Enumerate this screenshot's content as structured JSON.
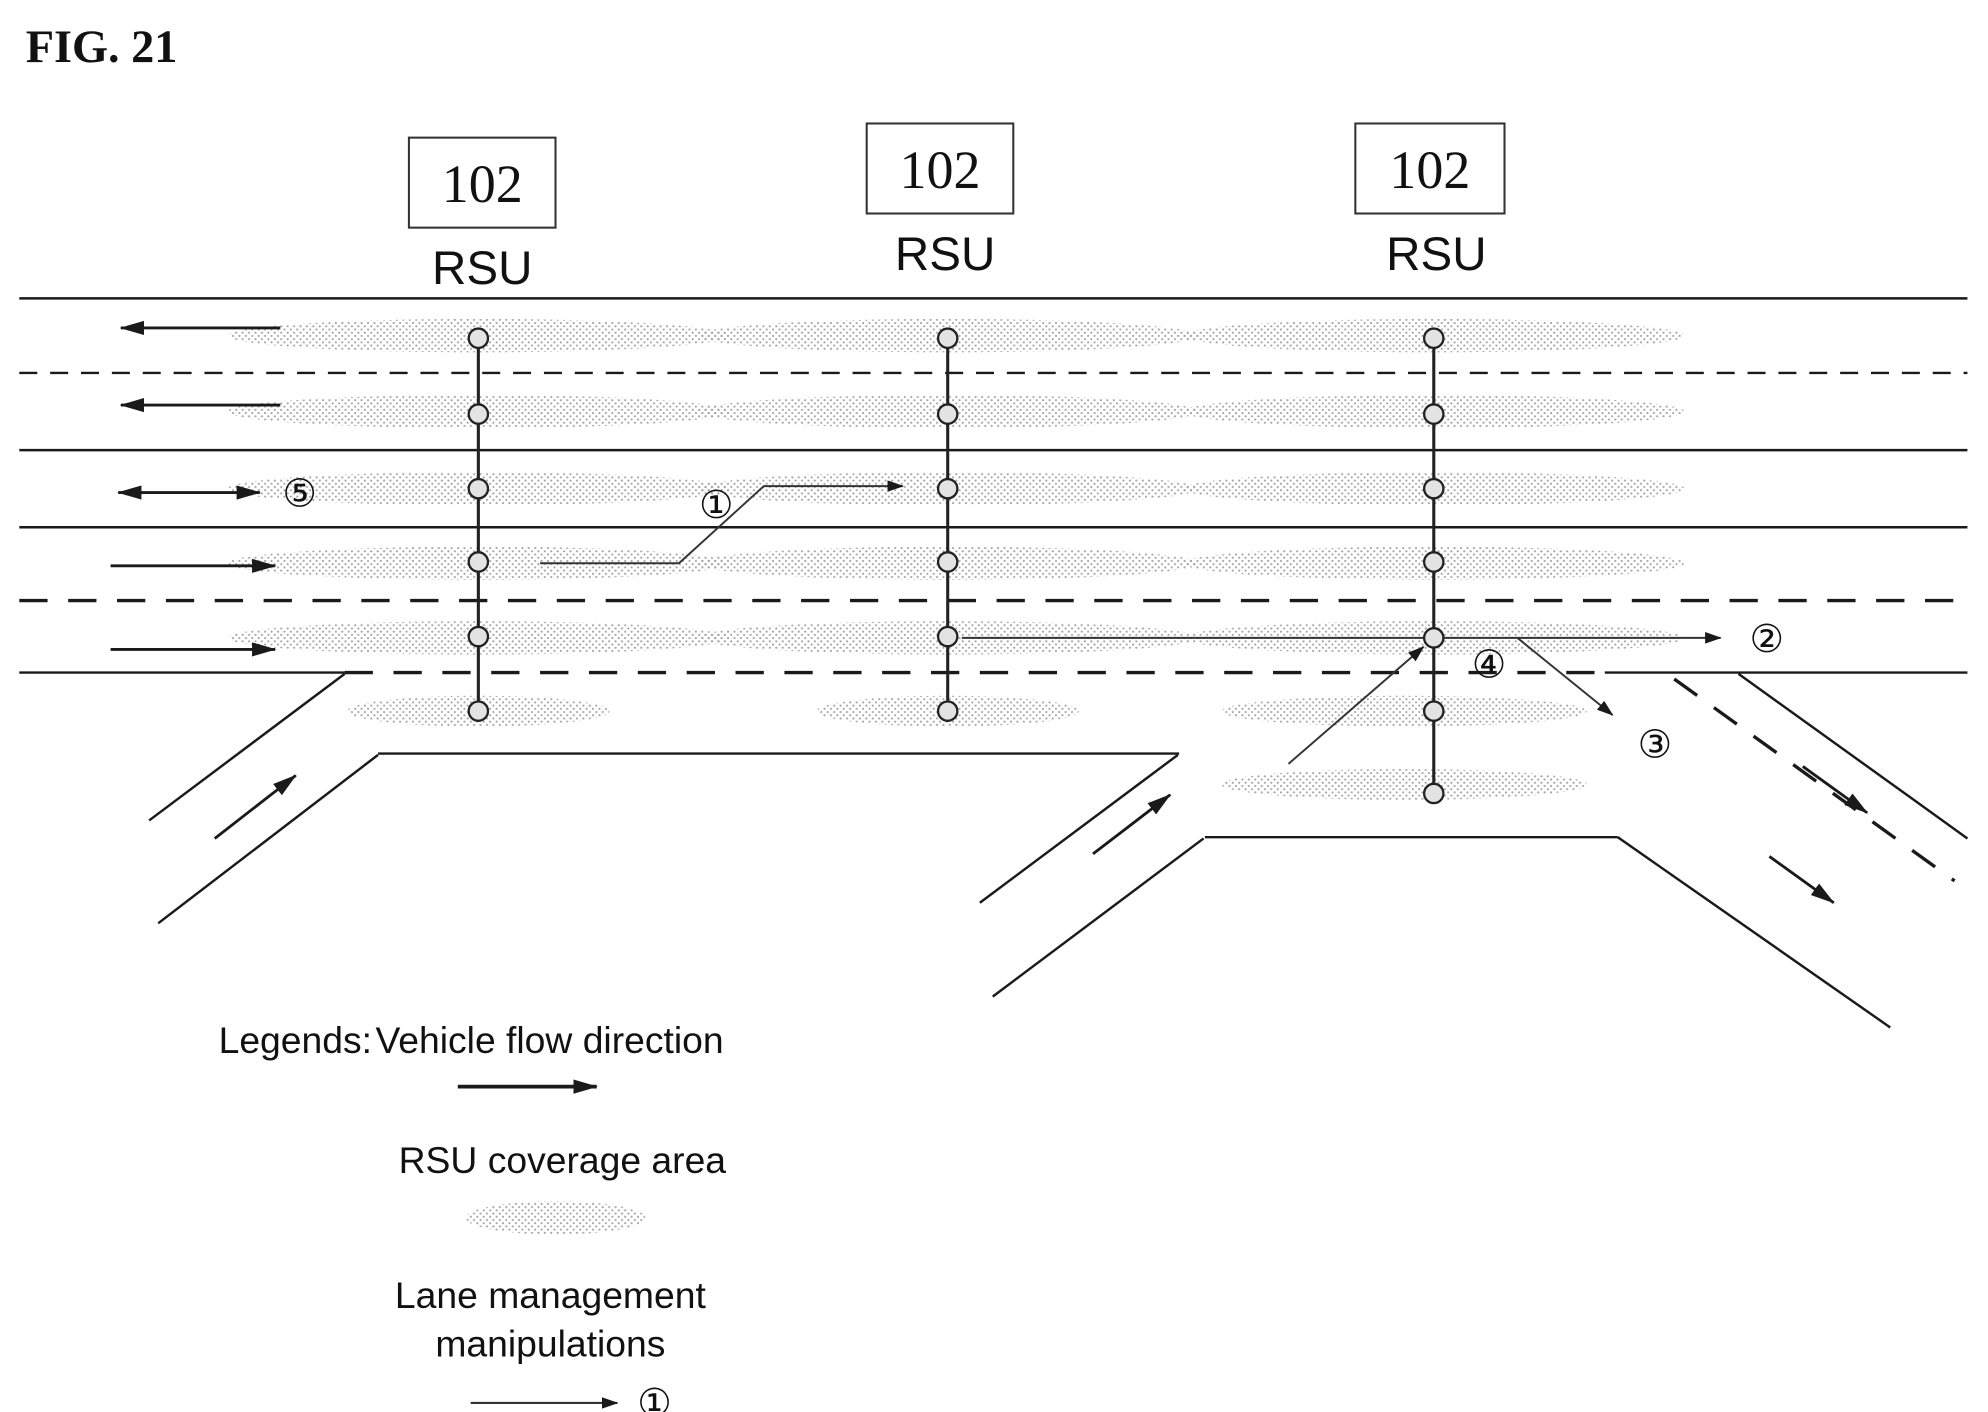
{
  "figure_title": "FIG. 21",
  "rsus": [
    {
      "ref_number": "102",
      "name": "RSU"
    },
    {
      "ref_number": "102",
      "name": "RSU"
    },
    {
      "ref_number": "102",
      "name": "RSU"
    }
  ],
  "markers": {
    "m1": "①",
    "m2": "②",
    "m3": "③",
    "m4": "④",
    "m5": "⑤"
  },
  "legend": {
    "heading": "Legends:",
    "flow_label": "Vehicle flow direction",
    "coverage_label": "RSU coverage area",
    "lane_mgmt_line1": "Lane management",
    "lane_mgmt_line2": "manipulations",
    "example_marker": "①"
  },
  "colors": {
    "line": "#1a1a1a",
    "coverage_stipple": "#a3a3a3",
    "sensor_fill": "#e3e3e3",
    "background": "#ffffff"
  }
}
